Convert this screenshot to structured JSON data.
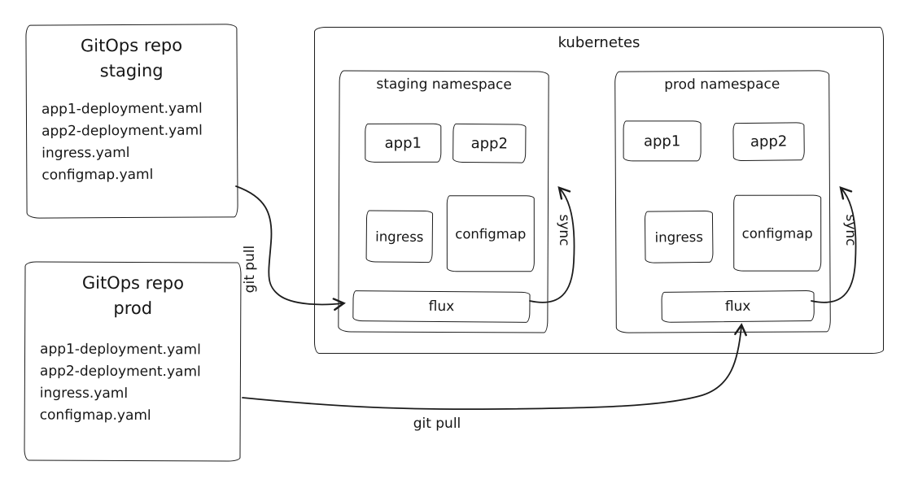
{
  "repos": {
    "staging": {
      "title_line1": "GitOps repo",
      "title_line2": "staging",
      "files": [
        "app1-deployment.yaml",
        "app2-deployment.yaml",
        "ingress.yaml",
        "configmap.yaml"
      ]
    },
    "prod": {
      "title_line1": "GitOps repo",
      "title_line2": "prod",
      "files": [
        "app1-deployment.yaml",
        "app2-deployment.yaml",
        "ingress.yaml",
        "configmap.yaml"
      ]
    }
  },
  "kubernetes": {
    "title": "kubernetes",
    "namespaces": [
      {
        "title": "staging namespace",
        "apps": [
          "app1",
          "app2"
        ],
        "resources": [
          "ingress",
          "configmap"
        ],
        "flux": "flux",
        "sync": "sync"
      },
      {
        "title": "prod namespace",
        "apps": [
          "app1",
          "app2"
        ],
        "resources": [
          "ingress",
          "configmap"
        ],
        "flux": "flux",
        "sync": "sync"
      }
    ]
  },
  "edges": {
    "git_pull_staging": "git pull",
    "git_pull_prod": "git pull"
  },
  "colors": {
    "stroke": "#1c1c1c",
    "background": "#ffffff"
  }
}
